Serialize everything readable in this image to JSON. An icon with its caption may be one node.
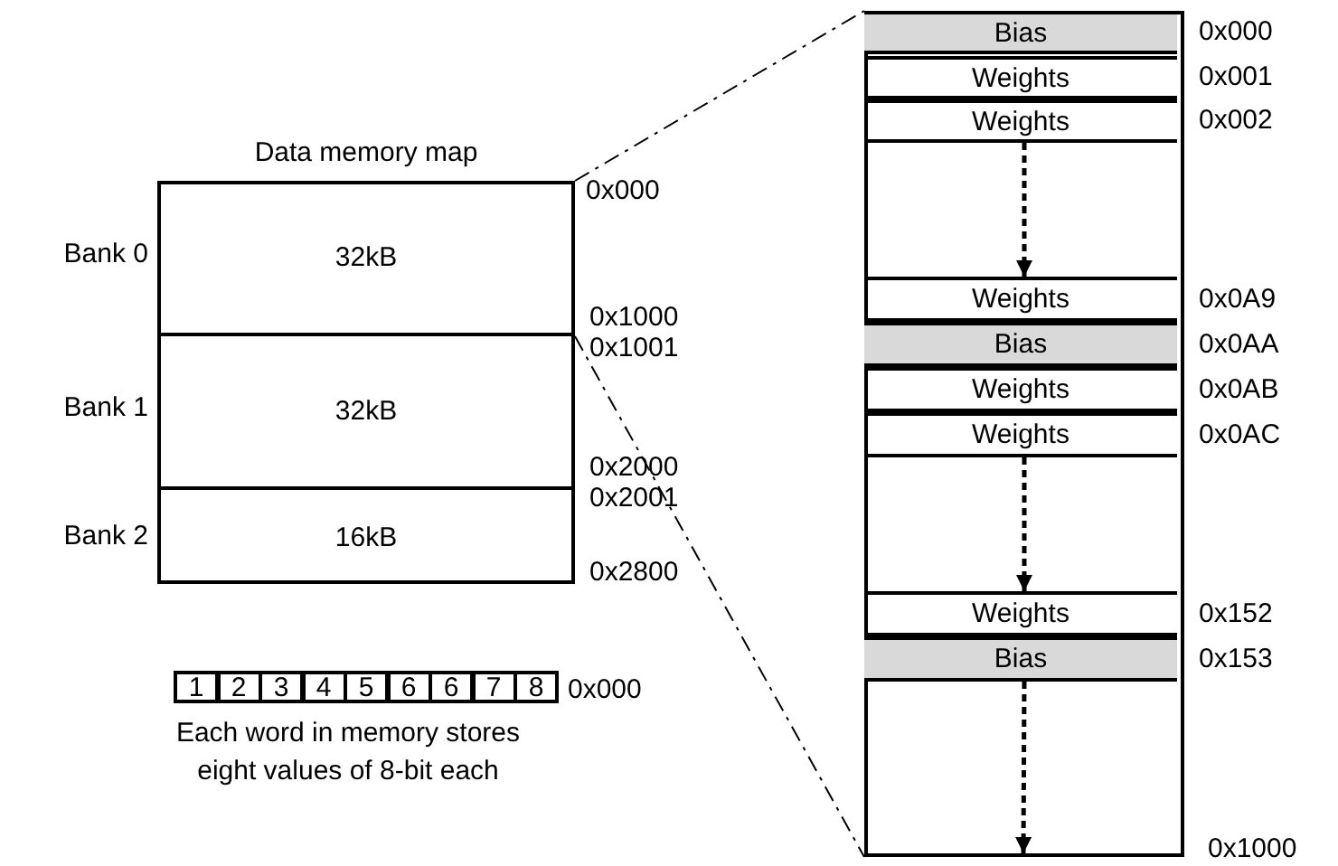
{
  "diagram": {
    "nodes": [
      {
        "text": [
          "Data memory map"
        ]
      },
      {
        "text": [
          "32kB"
        ],
        "in": 0
      },
      {
        "text": [
          "32kB"
        ],
        "in": 0
      },
      {
        "text": [
          "16kB"
        ],
        "in": 0
      },
      {
        "text": [],
        "shape": "box"
      },
      {
        "text": [
          "Bias"
        ],
        "in": 4,
        "beside": [
          "0x000"
        ]
      },
      {
        "text": [
          "Weights"
        ],
        "in": 4,
        "beside": [
          "0x001"
        ]
      },
      {
        "text": [
          "Weights"
        ],
        "in": 4,
        "beside": [
          "0x002"
        ]
      },
      {
        "text": [
          "Weights"
        ],
        "in": 4,
        "beside": [
          "0x0A9"
        ]
      },
      {
        "text": [
          "Bias"
        ],
        "in": 4,
        "beside": [
          "0x0AA"
        ]
      },
      {
        "text": [
          "Weights"
        ],
        "in": 4,
        "beside": [
          "0x0AB"
        ]
      },
      {
        "text": [
          "Weights"
        ],
        "in": 4,
        "beside": [
          "0x0AC"
        ]
      },
      {
        "text": [
          "Weights"
        ],
        "in": 4,
        "beside": [
          "0x152"
        ]
      },
      {
        "text": [
          "Bias"
        ],
        "in": 4,
        "beside": [
          "0x153"
        ]
      },
      {
        "text": [
          "1"
        ]
      },
      {
        "text": [
          "2"
        ]
      },
      {
        "text": [
          "3"
        ]
      },
      {
        "text": [
          "4"
        ]
      },
      {
        "text": [
          "5"
        ]
      },
      {
        "text": [
          "6"
        ]
      },
      {
        "text": [
          "6"
        ]
      },
      {
        "text": [
          "7"
        ]
      },
      {
        "text": [
          "8"
        ]
      }
    ],
    "edges": [
      {
        "from": 1,
        "to": 4,
        "arrow": "none",
        "style": "dashed"
      },
      {
        "from": 1,
        "to": 4,
        "arrow": "none",
        "style": "dashed"
      },
      {
        "from": 7,
        "to": 8,
        "arrow": "to",
        "style": "dashed"
      },
      {
        "from": 11,
        "to": 12,
        "arrow": "to",
        "style": "dashed"
      },
      {
        "from": 13,
        "to": null,
        "arrow": "to",
        "style": "dashed"
      }
    ],
    "labels": [
      "0x000",
      "Bank 0",
      "0x1000",
      "0x1001",
      "Bank 1",
      "0x2000",
      "0x2001",
      "Bank 2",
      "0x2800",
      "0x000",
      "Each word in memory stores eight values of 8-bit each",
      "0x1000"
    ]
  }
}
